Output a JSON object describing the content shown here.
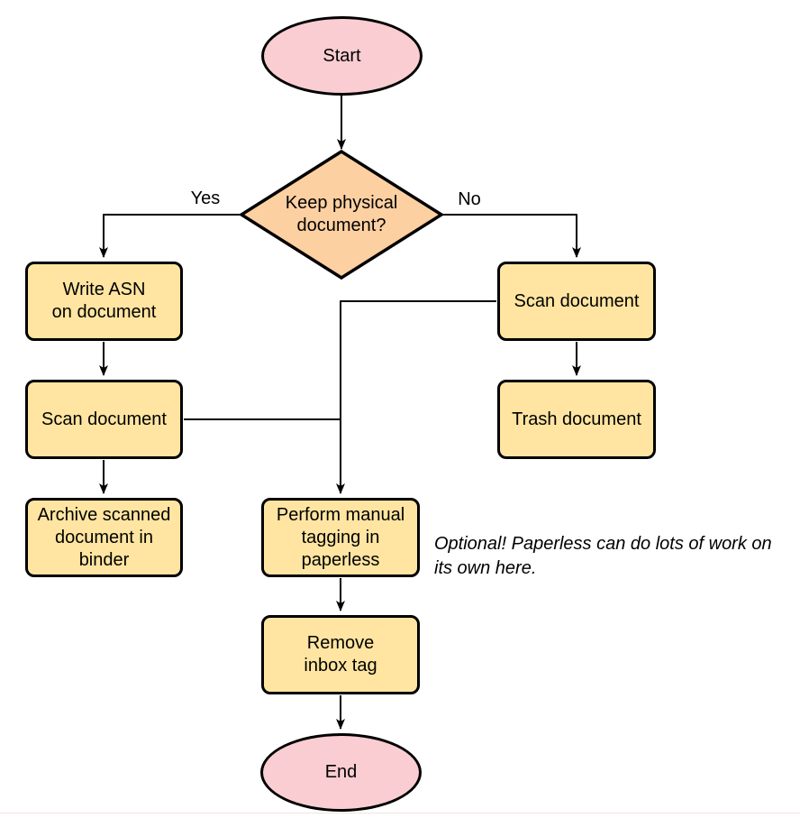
{
  "colors": {
    "stroke": "#000000",
    "terminal_fill": "#f9cdd1",
    "decision_fill": "#fdd0a2",
    "process_fill": "#ffe5a1",
    "page_edge": "#f2e3e3",
    "background": "#ffffff"
  },
  "nodes": {
    "start": {
      "type": "terminal",
      "label": "Start",
      "lines": [
        "Start"
      ]
    },
    "decision": {
      "type": "decision",
      "label": "Keep physical document?",
      "lines": [
        "Keep physical",
        "document?"
      ]
    },
    "write_asn": {
      "type": "process",
      "label": "Write ASN on document",
      "lines": [
        "Write ASN",
        "on document"
      ]
    },
    "scan_left": {
      "type": "process",
      "label": "Scan document",
      "lines": [
        "Scan document"
      ]
    },
    "archive": {
      "type": "process",
      "label": "Archive scanned document in binder",
      "lines": [
        "Archive scanned",
        "document in",
        "binder"
      ]
    },
    "scan_right": {
      "type": "process",
      "label": "Scan document",
      "lines": [
        "Scan document"
      ]
    },
    "trash": {
      "type": "process",
      "label": "Trash document",
      "lines": [
        "Trash document"
      ]
    },
    "tagging": {
      "type": "process",
      "label": "Perform manual tagging in paperless",
      "lines": [
        "Perform manual",
        "tagging in",
        "paperless"
      ]
    },
    "remove_inbox": {
      "type": "process",
      "label": "Remove inbox tag",
      "lines": [
        "Remove",
        "inbox tag"
      ]
    },
    "end": {
      "type": "terminal",
      "label": "End",
      "lines": [
        "End"
      ]
    }
  },
  "edge_labels": {
    "yes": "Yes",
    "no": "No"
  },
  "edges": [
    {
      "from": "start",
      "to": "decision",
      "label": ""
    },
    {
      "from": "decision",
      "to": "write_asn",
      "label": "Yes"
    },
    {
      "from": "decision",
      "to": "scan_right",
      "label": "No"
    },
    {
      "from": "write_asn",
      "to": "scan_left",
      "label": ""
    },
    {
      "from": "scan_left",
      "to": "archive",
      "label": ""
    },
    {
      "from": "scan_right",
      "to": "trash",
      "label": ""
    },
    {
      "from": "scan_right",
      "to": "tagging",
      "label": ""
    },
    {
      "from": "scan_left",
      "to": "tagging",
      "label": ""
    },
    {
      "from": "tagging",
      "to": "remove_inbox",
      "label": ""
    },
    {
      "from": "remove_inbox",
      "to": "end",
      "label": ""
    }
  ],
  "annotation": {
    "text": "Optional! Paperless can do lots of work on its own here.",
    "lines": [
      "Optional! Paperless can do lots of work on",
      "its own here."
    ]
  }
}
